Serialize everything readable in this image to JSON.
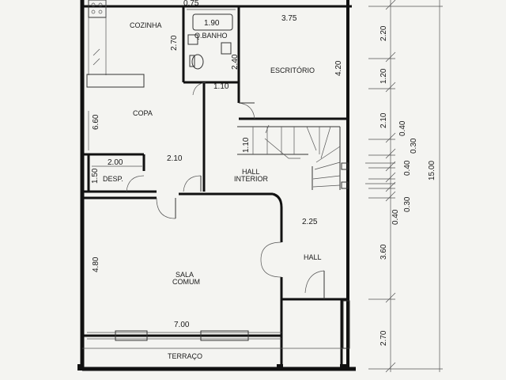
{
  "rooms": {
    "cozinha": "COZINHA",
    "copa": "COPA",
    "banho": "Q.BANHO",
    "escritorio": "ESCRITÓRIO",
    "desp": "DESP.",
    "hall_interior_line1": "HALL",
    "hall_interior_line2": "INTERIOR",
    "sala_line1": "SALA",
    "sala_line2": "COMUM",
    "hall": "HALL",
    "terraco": "TERRAÇO"
  },
  "dimensions": {
    "d_075": "0.75",
    "d_190": "1.90",
    "d_375": "3.75",
    "d_270_kitchen": "2.70",
    "d_240": "2.40",
    "d_420": "4.20",
    "d_110_top": "1.10",
    "d_660": "6.60",
    "d_110_hall": "1.10",
    "d_200": "2.00",
    "d_150": "1.50",
    "d_210": "2.10",
    "d_225": "2.25",
    "d_480": "4.80",
    "d_700": "7.00",
    "r_220": "2.20",
    "r_120": "1.20",
    "r_210": "2.10",
    "r_360": "3.60",
    "r_270": "2.70",
    "r_1500": "15.00",
    "s_040_a": "0.40",
    "s_030_a": "0.30",
    "s_040_b": "0.40",
    "s_040_c": "0.40",
    "s_030_b": "0.30"
  }
}
